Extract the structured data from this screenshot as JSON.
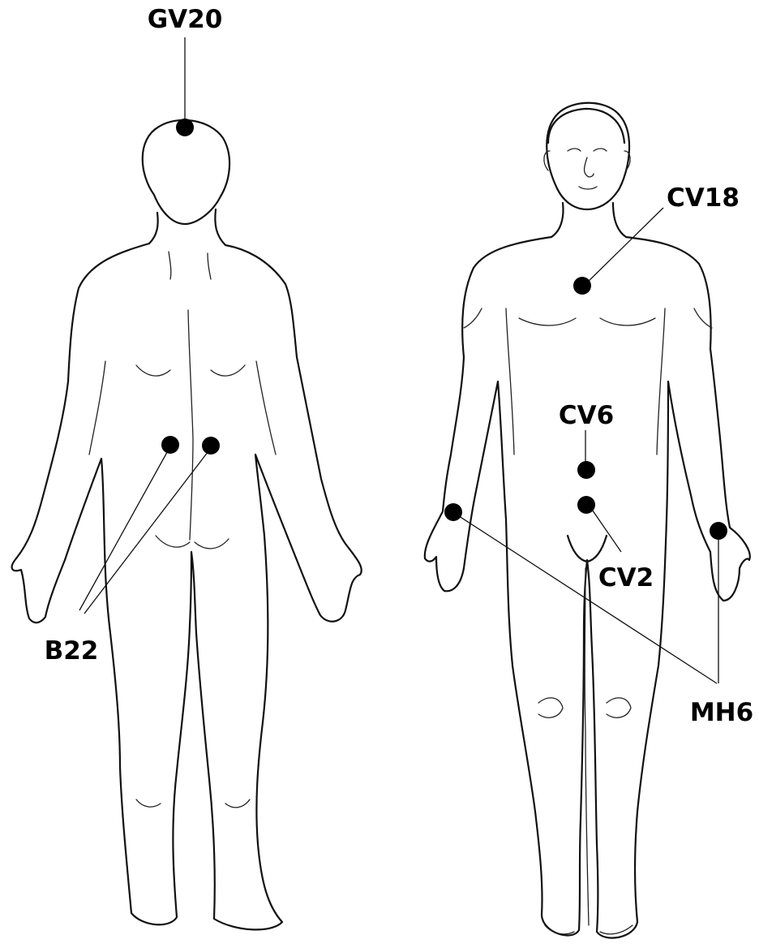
{
  "figure": {
    "views": [
      "back",
      "front"
    ],
    "points": {
      "gv20": "GV20",
      "b22": "B22",
      "cv18": "CV18",
      "cv6": "CV6",
      "cv2": "CV2",
      "mh6": "MH6"
    }
  }
}
